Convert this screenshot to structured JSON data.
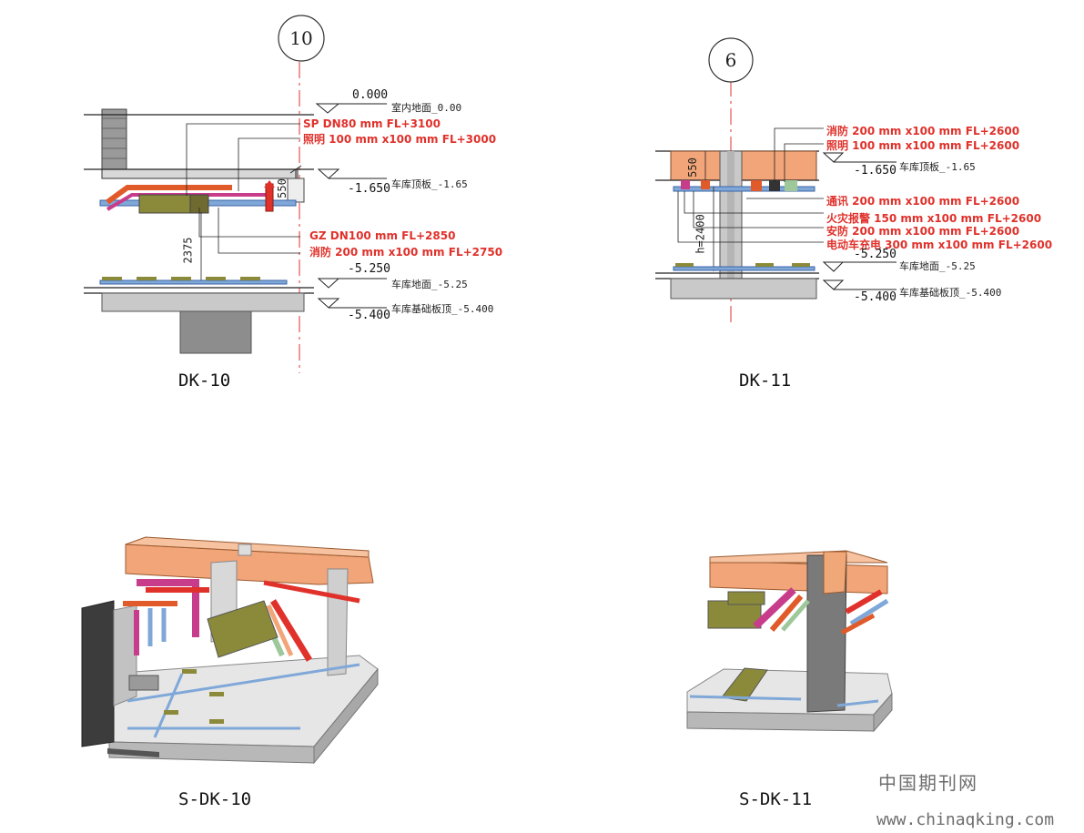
{
  "dk10": {
    "axis_label": "10",
    "title": "DK-10",
    "elevations": {
      "top": "0.000",
      "ceiling": "-1.650",
      "floor": "-5.250",
      "base": "-5.400"
    },
    "level_labels": {
      "indoor": "室内地面_0.00",
      "ceiling": "车库顶板_-1.65",
      "floor": "车库地面_-5.25",
      "base": "车库基础板顶_-5.400"
    },
    "dims": {
      "beam": "550",
      "clear": "2375"
    },
    "pipe_labels": {
      "sp": "SP DN80 mm FL+3100",
      "lighting": "照明 100 mm x100 mm FL+3000",
      "gz": "GZ DN100 mm FL+2850",
      "fire": "消防 200 mm x100 mm FL+2750"
    }
  },
  "dk11": {
    "axis_label": "6",
    "title": "DK-11",
    "elevations": {
      "ceiling": "-1.650",
      "floor": "-5.250",
      "base": "-5.400"
    },
    "level_labels": {
      "ceiling": "车库顶板_-1.65",
      "floor": "车库地面_-5.25",
      "base": "车库基础板顶_-5.400"
    },
    "dims": {
      "beam": "550",
      "clear": "h=2400"
    },
    "pipe_labels": {
      "fire": "消防 200 mm x100 mm FL+2600",
      "lighting": "照明 100 mm x100 mm FL+2600",
      "comm": "通讯 200 mm x100 mm FL+2600",
      "alarm": "火灾报警 150 mm x100 mm FL+2600",
      "security": "安防 200 mm x100 mm FL+2600",
      "ev": "电动车充电 300 mm x100 mm FL+2600"
    }
  },
  "s_dk10": {
    "title": "S-DK-10"
  },
  "s_dk11": {
    "title": "S-DK-11"
  },
  "watermark": {
    "line1": "中国期刊网",
    "line2": "www.chinaqking.com"
  },
  "colors": {
    "red_text": "#e0312b",
    "axis_line": "#e0312b",
    "slab_orange": "#f2a578",
    "concrete": "#c9c9c9"
  }
}
